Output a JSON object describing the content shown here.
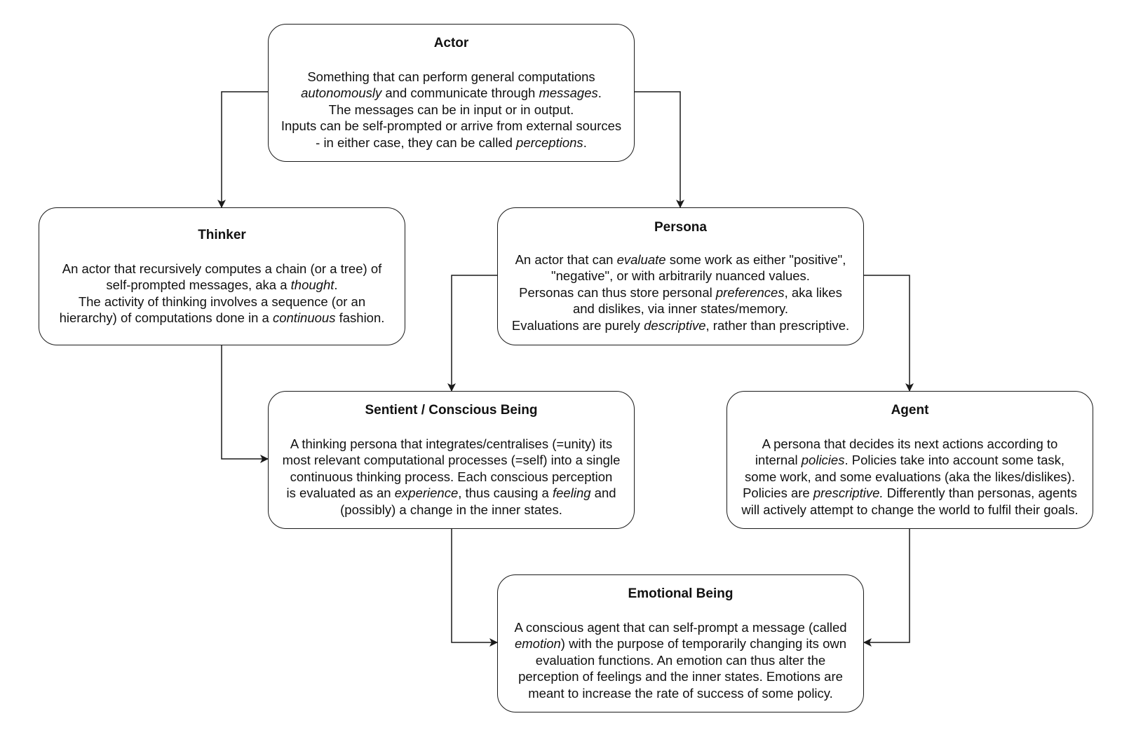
{
  "nodes": {
    "actor": {
      "title": "Actor",
      "lines": [
        [
          {
            "t": "Something that can perform general computations"
          }
        ],
        [
          {
            "t": "autonomously",
            "i": true
          },
          {
            "t": " and communicate through "
          },
          {
            "t": "messages",
            "i": true
          },
          {
            "t": "."
          }
        ],
        [
          {
            "t": "The messages can be in input or in output."
          }
        ],
        [
          {
            "t": "Inputs can be self-prompted or arrive from external sources"
          }
        ],
        [
          {
            "t": "- in either case, they can be called "
          },
          {
            "t": "perceptions",
            "i": true
          },
          {
            "t": "."
          }
        ]
      ]
    },
    "thinker": {
      "title": "Thinker",
      "lines": [
        [
          {
            "t": "An actor that recursively computes a chain (or a tree) of"
          }
        ],
        [
          {
            "t": "self-prompted messages, aka a "
          },
          {
            "t": "thought",
            "i": true
          },
          {
            "t": "."
          }
        ],
        [
          {
            "t": "The activity of thinking involves a sequence (or an"
          }
        ],
        [
          {
            "t": "hierarchy) of computations done in a "
          },
          {
            "t": "continuous",
            "i": true
          },
          {
            "t": " fashion."
          }
        ]
      ]
    },
    "persona": {
      "title": "Persona",
      "lines": [
        [
          {
            "t": "An actor that can "
          },
          {
            "t": "evaluate",
            "i": true
          },
          {
            "t": " some work as either \"positive\","
          }
        ],
        [
          {
            "t": "\"negative\", or with arbitrarily nuanced values."
          }
        ],
        [
          {
            "t": "Personas can thus store personal "
          },
          {
            "t": "preferences",
            "i": true
          },
          {
            "t": ", aka likes"
          }
        ],
        [
          {
            "t": "and dislikes, via inner states/memory."
          }
        ],
        [
          {
            "t": "Evaluations are purely "
          },
          {
            "t": "descriptive",
            "i": true
          },
          {
            "t": ", rather than prescriptive."
          }
        ]
      ]
    },
    "sentient": {
      "title": "Sentient / Conscious Being",
      "lines": [
        [
          {
            "t": "A thinking persona that integrates/centralises (=unity) its"
          }
        ],
        [
          {
            "t": "most relevant computational processes (=self) into a single"
          }
        ],
        [
          {
            "t": "continuous thinking process. Each conscious perception"
          }
        ],
        [
          {
            "t": "is evaluated as an "
          },
          {
            "t": "experience",
            "i": true
          },
          {
            "t": ", thus causing a "
          },
          {
            "t": "feeling",
            "i": true
          },
          {
            "t": " and"
          }
        ],
        [
          {
            "t": "(possibly) a change in the inner states."
          }
        ]
      ]
    },
    "agent": {
      "title": "Agent",
      "lines": [
        [
          {
            "t": "A persona that decides its next actions according to"
          }
        ],
        [
          {
            "t": "internal "
          },
          {
            "t": "policies",
            "i": true
          },
          {
            "t": ". Policies take into account some task,"
          }
        ],
        [
          {
            "t": "some work, and some evaluations (aka the likes/dislikes)."
          }
        ],
        [
          {
            "t": "Policies are "
          },
          {
            "t": "prescriptive.",
            "i": true
          },
          {
            "t": " Differently than personas, agents"
          }
        ],
        [
          {
            "t": "will actively attempt to change the world to fulfil their goals."
          }
        ]
      ]
    },
    "emotional": {
      "title": "Emotional Being",
      "lines": [
        [
          {
            "t": "A conscious agent that can self-prompt a message (called"
          }
        ],
        [
          {
            "t": "emotion",
            "i": true
          },
          {
            "t": ") with the purpose of temporarily changing its own"
          }
        ],
        [
          {
            "t": "evaluation functions. An emotion can thus alter the"
          }
        ],
        [
          {
            "t": "perception of feelings and the inner states. Emotions are"
          }
        ],
        [
          {
            "t": "meant to increase the rate of success of some policy."
          }
        ]
      ]
    }
  },
  "edges": [
    {
      "from": "actor",
      "to": "thinker"
    },
    {
      "from": "actor",
      "to": "persona"
    },
    {
      "from": "persona",
      "to": "sentient"
    },
    {
      "from": "persona",
      "to": "agent"
    },
    {
      "from": "thinker",
      "to": "sentient"
    },
    {
      "from": "sentient",
      "to": "emotional"
    },
    {
      "from": "agent",
      "to": "emotional"
    }
  ]
}
